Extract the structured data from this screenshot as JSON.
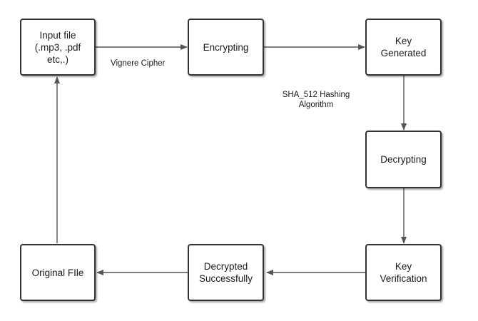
{
  "nodes": {
    "input_file": [
      "Input file",
      "(.mp3, .pdf",
      "etc,.)"
    ],
    "encrypting": [
      "Encrypting"
    ],
    "key_generated": [
      "Key",
      "Generated"
    ],
    "decrypting": [
      "Decrypting"
    ],
    "key_verification": [
      "Key",
      "Verification"
    ],
    "decrypted_successfully": [
      "Decrypted",
      "Successfully"
    ],
    "original_file": [
      "Original FIle"
    ]
  },
  "edge_labels": {
    "vignere": "Vignere Cipher",
    "sha_line1": "SHA_512 Hashing",
    "sha_line2": "Algorithm"
  },
  "colors": {
    "box_border": "#333333",
    "arrow": "#555555"
  }
}
